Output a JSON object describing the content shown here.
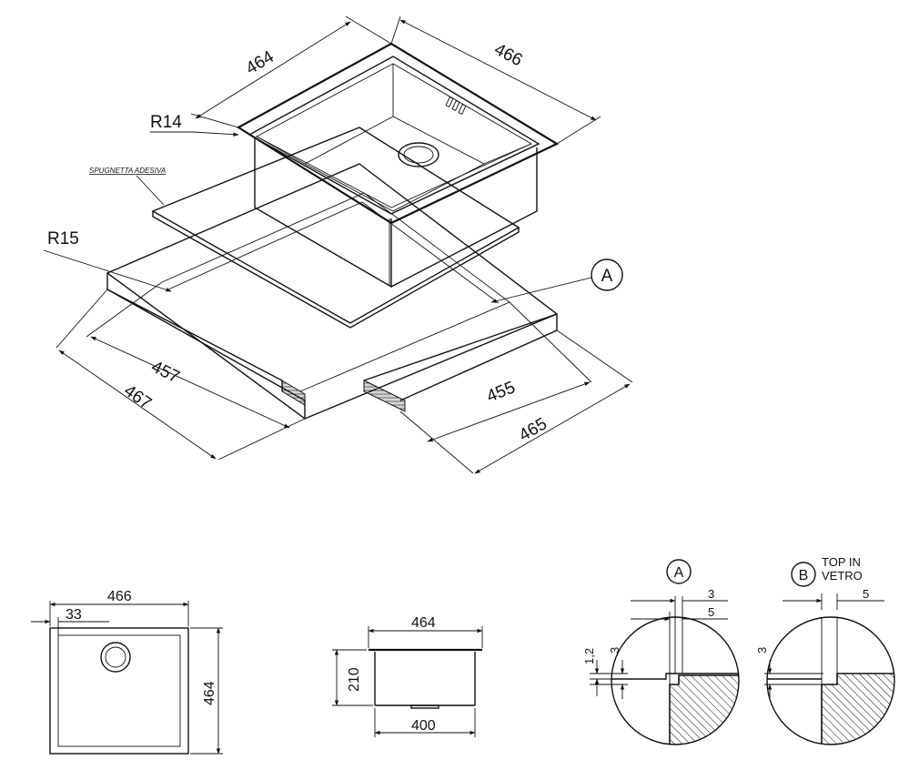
{
  "iso": {
    "dim_top_left": "464",
    "dim_top_right": "466",
    "radius_upper": "R14",
    "radius_lower": "R15",
    "adhesive_note": "SPUGNETTA ADESIVA",
    "detail_callout": "A",
    "dim_base_inner_left": "457",
    "dim_base_outer_left": "467",
    "dim_base_inner_right": "455",
    "dim_base_outer_right": "465"
  },
  "plan": {
    "width": "466",
    "offset": "33",
    "depth": "464"
  },
  "section": {
    "top_width": "464",
    "bottom_width": "400",
    "height": "210"
  },
  "detail_a": {
    "label": "A",
    "dim_inner": "3",
    "dim_outer": "5",
    "dim_flange": "1,2",
    "dim_step": "3"
  },
  "detail_b": {
    "label": "B",
    "title_line1": "TOP IN",
    "title_line2": "VETRO",
    "dim_outer": "5",
    "dim_step": "3"
  }
}
